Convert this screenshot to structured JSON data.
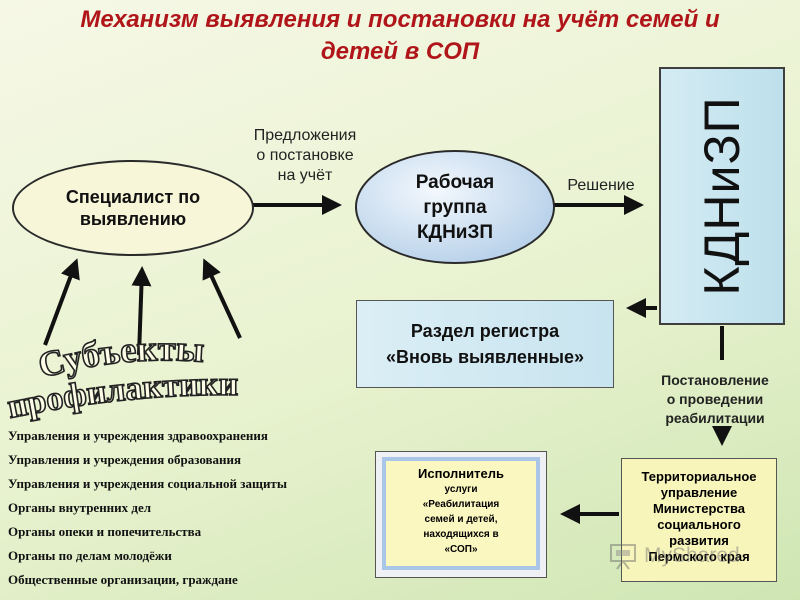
{
  "title": {
    "line1": "Механизм выявления и постановки на учёт семей и",
    "line2": "детей в СОП"
  },
  "specialist": {
    "line1": "Специалист по",
    "line2": "выявлению"
  },
  "proposal": {
    "line1": "Предложения",
    "line2": "о постановке",
    "line3": "на учёт"
  },
  "working_group": {
    "line1": "Рабочая",
    "line2": "группа",
    "line3": "КДНиЗП"
  },
  "decision": "Решение",
  "kdnizp": "КДНиЗП",
  "register": {
    "line1": "Раздел регистра",
    "line2": "«Вновь выявленные»"
  },
  "resolution": {
    "line1": "Постановление",
    "line2": "о проведении",
    "line3": "реабилитации"
  },
  "territorial": {
    "line1": "Территориальное",
    "line2": "управление",
    "line3": "Министерства",
    "line4": "социального",
    "line5": "развития",
    "line6": "Пермского края"
  },
  "executor": {
    "line1": "Исполнитель",
    "line2": "услуги",
    "line3": "«Реабилитация",
    "line4": "семей и детей,",
    "line5": "находящихся в",
    "line6": "«СОП»"
  },
  "subjects": {
    "line1": "Субъекты",
    "line2": "профилактики"
  },
  "subjects_list": [
    "Управления и учреждения здравоохранения",
    "Управления и учреждения образования",
    "Управления и учреждения социальной защиты",
    "Органы внутренних дел",
    "Органы опеки и попечительства",
    "Органы по делам молодёжи",
    "Общественные организации, граждане"
  ],
  "watermark": "MyShared",
  "colors": {
    "title": "#b0151a",
    "arrow": "#111111",
    "specialist_fill": "#f7f6d9",
    "working_group_fill": "#b9d2ea",
    "kdnizp_fill": "#c8e4ef",
    "executor_fill": "#fbf7c0",
    "territorial_fill": "#f8f5bb"
  }
}
